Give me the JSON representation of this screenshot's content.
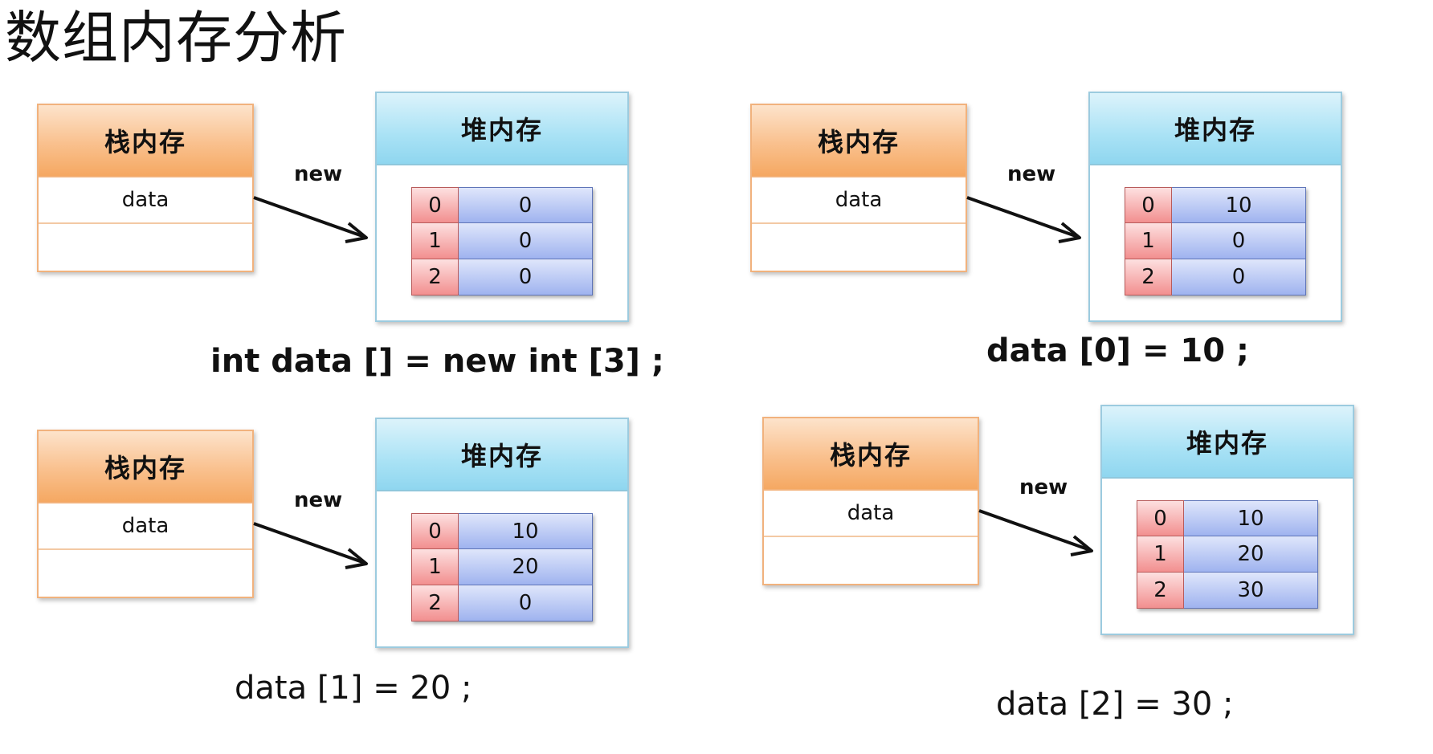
{
  "title": "数组内存分析",
  "labels": {
    "stack": "栈内存",
    "heap": "堆内存",
    "var": "data",
    "new": "new"
  },
  "colors": {
    "stack_header": "#f9c08d",
    "heap_header": "#a9e2f5",
    "index_cell": "#f28f8f",
    "value_cell": "#9fb3ef"
  },
  "panels": [
    {
      "code": "int data [] = new int [3] ;",
      "code_bold": true,
      "array": [
        {
          "index": "0",
          "value": "0"
        },
        {
          "index": "1",
          "value": "0"
        },
        {
          "index": "2",
          "value": "0"
        }
      ]
    },
    {
      "code": "data [0] = 10 ;",
      "code_bold": true,
      "array": [
        {
          "index": "0",
          "value": "10"
        },
        {
          "index": "1",
          "value": "0"
        },
        {
          "index": "2",
          "value": "0"
        }
      ]
    },
    {
      "code": "data [1] = 20 ;",
      "code_bold": false,
      "array": [
        {
          "index": "0",
          "value": "10"
        },
        {
          "index": "1",
          "value": "20"
        },
        {
          "index": "2",
          "value": "0"
        }
      ]
    },
    {
      "code": "data [2] = 30 ;",
      "code_bold": false,
      "array": [
        {
          "index": "0",
          "value": "10"
        },
        {
          "index": "1",
          "value": "20"
        },
        {
          "index": "2",
          "value": "30"
        }
      ]
    }
  ]
}
